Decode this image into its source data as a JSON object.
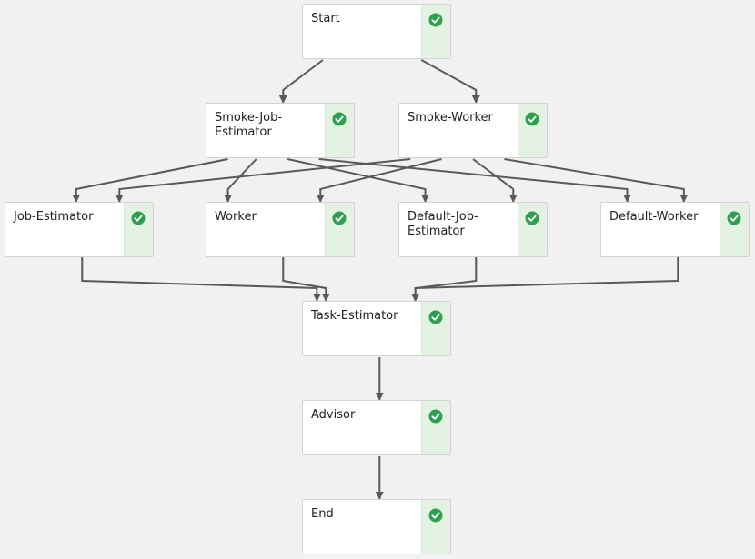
{
  "colors": {
    "edge": "#595959",
    "status_bg": "#e4f2e4",
    "check": "#2ea04f"
  },
  "nodes": {
    "start": {
      "label": "Start",
      "status_icon": "check-circle-icon"
    },
    "smoke_job_estimator": {
      "label": "Smoke-Job-\nEstimator",
      "status_icon": "check-circle-icon"
    },
    "smoke_worker": {
      "label": "Smoke-Worker",
      "status_icon": "check-circle-icon"
    },
    "job_estimator": {
      "label": "Job-Estimator",
      "status_icon": "check-circle-icon"
    },
    "worker": {
      "label": "Worker",
      "status_icon": "check-circle-icon"
    },
    "default_job_estimator": {
      "label": "Default-Job-\nEstimator",
      "status_icon": "check-circle-icon"
    },
    "default_worker": {
      "label": "Default-Worker",
      "status_icon": "check-circle-icon"
    },
    "task_estimator": {
      "label": "Task-Estimator",
      "status_icon": "check-circle-icon"
    },
    "advisor": {
      "label": "Advisor",
      "status_icon": "check-circle-icon"
    },
    "end": {
      "label": "End",
      "status_icon": "check-circle-icon"
    }
  },
  "edges": [
    {
      "from": "start",
      "to": "smoke_job_estimator"
    },
    {
      "from": "start",
      "to": "smoke_worker"
    },
    {
      "from": "smoke_job_estimator",
      "to": "job_estimator"
    },
    {
      "from": "smoke_job_estimator",
      "to": "worker"
    },
    {
      "from": "smoke_job_estimator",
      "to": "default_job_estimator"
    },
    {
      "from": "smoke_job_estimator",
      "to": "default_worker"
    },
    {
      "from": "smoke_worker",
      "to": "job_estimator"
    },
    {
      "from": "smoke_worker",
      "to": "worker"
    },
    {
      "from": "smoke_worker",
      "to": "default_job_estimator"
    },
    {
      "from": "smoke_worker",
      "to": "default_worker"
    },
    {
      "from": "job_estimator",
      "to": "task_estimator"
    },
    {
      "from": "worker",
      "to": "task_estimator"
    },
    {
      "from": "default_job_estimator",
      "to": "task_estimator"
    },
    {
      "from": "default_worker",
      "to": "task_estimator"
    },
    {
      "from": "task_estimator",
      "to": "advisor"
    },
    {
      "from": "advisor",
      "to": "end"
    }
  ]
}
